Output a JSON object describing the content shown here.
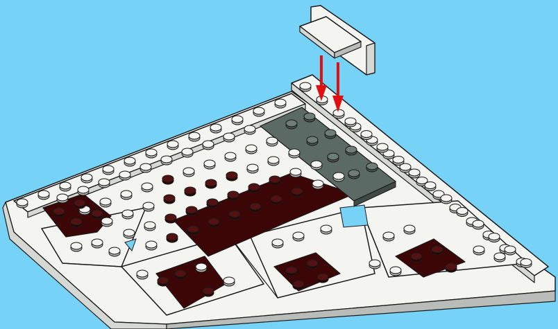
{
  "illustration": {
    "kind": "building-instruction-step",
    "background_color": "#76D2F6",
    "colors": {
      "white_plate": "#F4F5F1",
      "white_plate_shade": "#D6D8D4",
      "white_plate_dark": "#B9BCB8",
      "outline": "#1A1A1A",
      "dark_red": "#3C0606",
      "dark_red_stud": "#541111",
      "dark_gray": "#5C6A66",
      "dark_gray_stud": "#6E7D78",
      "arrow_red": "#E01010"
    },
    "new_part": "plate-with-clip",
    "arrow_count": 2
  }
}
